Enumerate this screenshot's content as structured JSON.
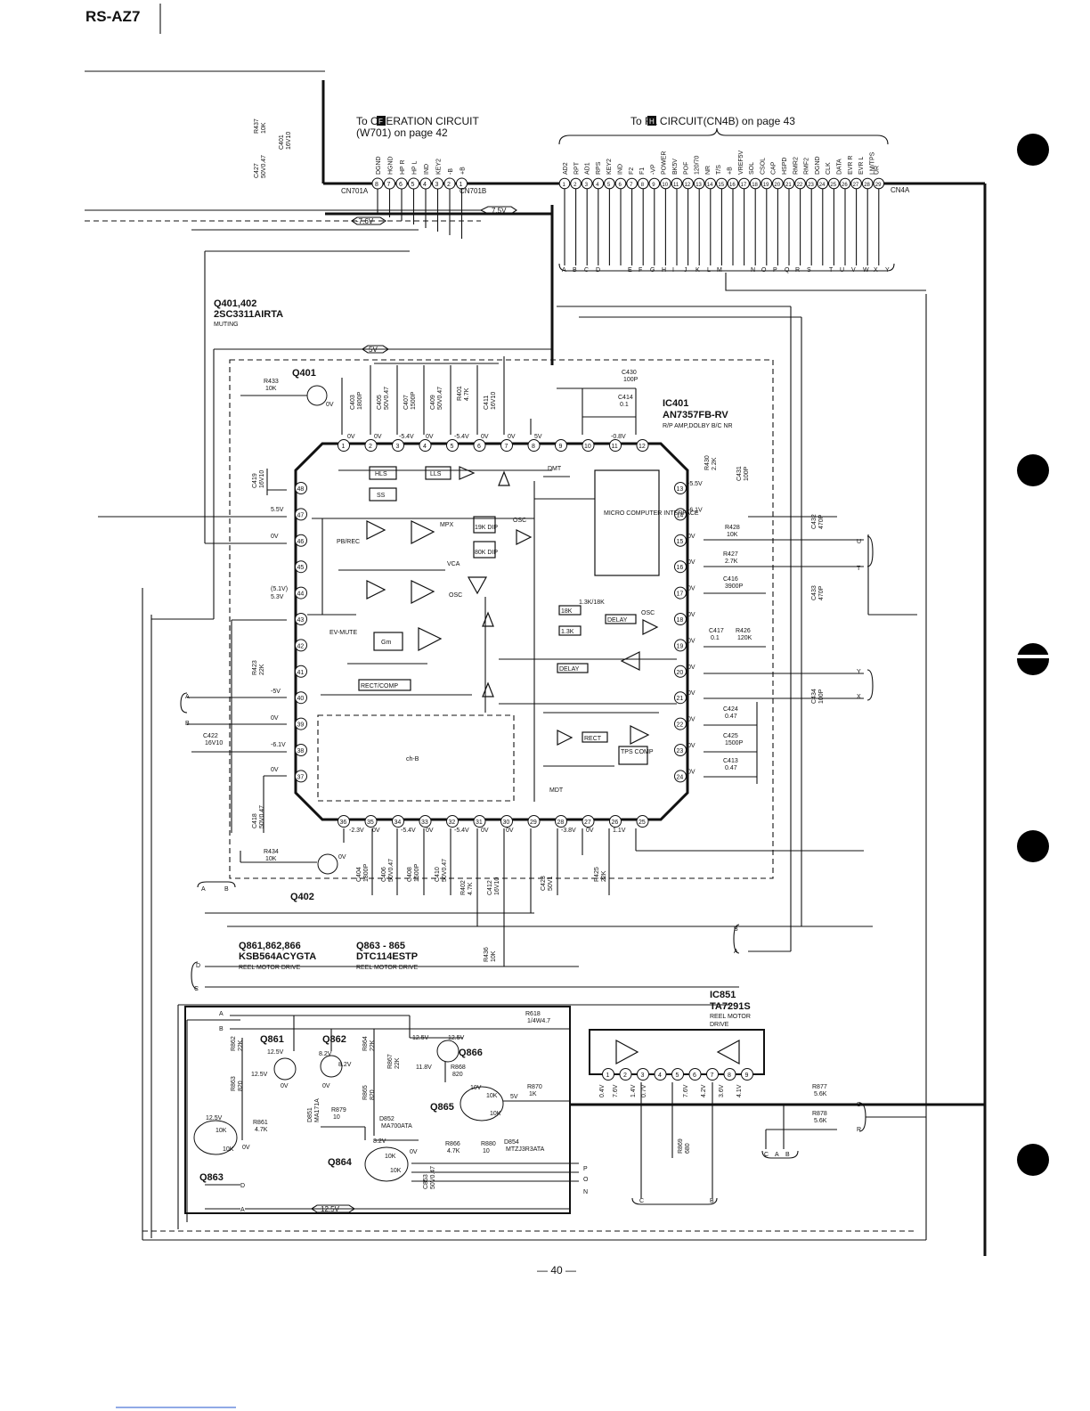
{
  "page": {
    "model": "RS-AZ7",
    "page_number": "— 40 —"
  },
  "headers": {
    "operation_title": "To  OPERATION CIRCUIT",
    "operation_letter": "F",
    "operation_ref": "(W701) on page 42",
    "fl_title": "To  FL CIRCUIT(CN4B) on page 43",
    "fl_letter": "H"
  },
  "connectors": {
    "cn701a": "CN701A",
    "cn701b": "CN701B",
    "cn4a": "CN4A",
    "cn701_pins": [
      "8",
      "7",
      "6",
      "5",
      "4",
      "3",
      "2",
      "1"
    ],
    "cn701_signals": [
      "DGND",
      "HGND",
      "HP R",
      "HP L",
      "IND",
      "KEY2",
      "-B",
      "+B"
    ],
    "cn4a_pins": [
      "1",
      "2",
      "3",
      "4",
      "5",
      "6",
      "7",
      "8",
      "9",
      "10",
      "11",
      "12",
      "13",
      "14",
      "15",
      "16",
      "17",
      "18",
      "19",
      "20",
      "21",
      "22",
      "23",
      "24",
      "25",
      "26",
      "27",
      "28",
      "29"
    ],
    "cn4a_signals": [
      "AD2",
      "RPT",
      "AD1",
      "RPS",
      "KEY2",
      "IND",
      "F2",
      "F1",
      "-VP",
      "POWER",
      "BK5V",
      "POF",
      "120/70",
      "NR",
      "T/S",
      "+B",
      "VREF5V",
      "SOL",
      "CSOL",
      "CAP",
      "HSPD",
      "RMR2",
      "RMF2",
      "DGND",
      "CLK",
      "DATA",
      "EVR R",
      "EVR L",
      "LM/TPS",
      "UR"
    ],
    "bus_letters": [
      "A",
      "B",
      "C",
      "D",
      "E",
      "F",
      "G",
      "H",
      "I",
      "J",
      "K",
      "L",
      "M",
      "N",
      "O",
      "P",
      "Q",
      "R",
      "S",
      "T",
      "U",
      "V",
      "W",
      "X",
      "Y"
    ]
  },
  "voltages": {
    "v75": "7.5V",
    "v76": "-7.6V",
    "v5": "5V",
    "v125": "12.5V"
  },
  "transistor_groups": [
    {
      "refs": "Q401,402",
      "part": "2SC3311AIRTA",
      "function": "MUTING"
    },
    {
      "refs": "Q861,862,866",
      "part": "KSB564ACYGTA",
      "function": "REEL MOTOR DRIVE"
    },
    {
      "refs": "Q863 - 865",
      "part": "DTC114ESTP",
      "function": "REEL MOTOR DRIVE"
    }
  ],
  "ic401": {
    "ref": "IC401",
    "part": "AN7357FB-RV",
    "function": "R/P AMP,DOLBY B/C NR",
    "pins_top": [
      "1",
      "2",
      "3",
      "4",
      "5",
      "6",
      "7",
      "8",
      "9",
      "10",
      "11",
      "12"
    ],
    "pins_right": [
      "13",
      "14",
      "15",
      "16",
      "17",
      "18",
      "19",
      "20",
      "21",
      "22",
      "23",
      "24"
    ],
    "pins_bottom": [
      "36",
      "35",
      "34",
      "33",
      "32",
      "31",
      "30",
      "29",
      "28",
      "27",
      "26",
      "25"
    ],
    "pins_left": [
      "48",
      "47",
      "46",
      "45",
      "44",
      "43",
      "42",
      "41",
      "40",
      "39",
      "38",
      "37"
    ],
    "top_voltages": [
      "0V",
      "0V",
      "-5.4V",
      "0V",
      "-5.4V",
      "0V",
      "0V",
      "5V",
      "-0.8V"
    ],
    "right_voltages": [
      "-5.5V",
      "-6.1V",
      "0V",
      "0V",
      "0V",
      "0V",
      "0V",
      "0V",
      "0V",
      "0V",
      "0V",
      "0V"
    ],
    "left_voltages": [
      "5.5V",
      "0V",
      "(5.1V)",
      "5.3V",
      "-5V",
      "0V",
      "-6.1V",
      "0V"
    ],
    "bottom_voltages": [
      "-2.3V",
      "0V",
      "-5.4V",
      "0V",
      "-5.4V",
      "0V",
      "0V",
      "-3.8V",
      "0V",
      "1.1V"
    ],
    "blocks": {
      "hls": "HLS",
      "lls": "LLS",
      "ss": "SS",
      "dmt": "DMT",
      "pb_rec": "PB/REC",
      "mpx": "MPX",
      "dip19": "19K DIP",
      "dip80": "80K DIP",
      "osc": "OSC",
      "vca": "VCA",
      "gm": "Gm",
      "ev_mute": "EV-MUTE",
      "rect_comp": "RECT/COMP",
      "micro": "MICRO COMPUTER INTERFACE",
      "k18": "18K",
      "k13": "1.3K",
      "k1318": "1.3K/18K",
      "delay": "DELAY",
      "rect": "RECT",
      "tps_comp": "TPS COMP",
      "mdt": "MDT",
      "chb": "ch-B"
    }
  },
  "ic851": {
    "ref": "IC851",
    "part": "TA7291S",
    "function": "REEL MOTOR DRIVE",
    "pins": [
      "1",
      "2",
      "3",
      "4",
      "5",
      "6",
      "7",
      "8",
      "9"
    ],
    "voltages": [
      "0.4V",
      "7.6V",
      "1.4V",
      "0.7V",
      "7.6V",
      "4.2V",
      "3.6V",
      "4.1V"
    ]
  },
  "components": [
    {
      "ref": "R437",
      "value": "10K"
    },
    {
      "ref": "C401",
      "value": "16V10"
    },
    {
      "ref": "C427",
      "value": "50V0.47"
    },
    {
      "ref": "R433",
      "value": "10K"
    },
    {
      "ref": "Q401",
      "value": "0V"
    },
    {
      "ref": "C403",
      "value": "1800P"
    },
    {
      "ref": "C405",
      "value": "50V0.47"
    },
    {
      "ref": "C407",
      "value": "1500P"
    },
    {
      "ref": "C409",
      "value": "50V0.47"
    },
    {
      "ref": "R401",
      "value": "4.7K"
    },
    {
      "ref": "C411",
      "value": "16V10"
    },
    {
      "ref": "C430",
      "value": "100P"
    },
    {
      "ref": "C414",
      "value": "0.1"
    },
    {
      "ref": "R430",
      "value": "2.2K"
    },
    {
      "ref": "C431",
      "value": "100P"
    },
    {
      "ref": "C419",
      "value": "16V10"
    },
    {
      "ref": "C432",
      "value": "470P"
    },
    {
      "ref": "R428",
      "value": "10K"
    },
    {
      "ref": "R427",
      "value": "2.7K"
    },
    {
      "ref": "C416",
      "value": "3900P"
    },
    {
      "ref": "C433",
      "value": "470P"
    },
    {
      "ref": "C417",
      "value": "0.1"
    },
    {
      "ref": "R426",
      "value": "120K"
    },
    {
      "ref": "C434",
      "value": "100P"
    },
    {
      "ref": "C424",
      "value": "0.47"
    },
    {
      "ref": "C425",
      "value": "1500P"
    },
    {
      "ref": "C413",
      "value": "0.47"
    },
    {
      "ref": "R423",
      "value": "22K"
    },
    {
      "ref": "C422",
      "value": "16V10"
    },
    {
      "ref": "C418",
      "value": "50V0.47"
    },
    {
      "ref": "R434",
      "value": "10K"
    },
    {
      "ref": "Q402",
      "value": "0V"
    },
    {
      "ref": "C404",
      "value": "1800P"
    },
    {
      "ref": "C406",
      "value": "50V0.47"
    },
    {
      "ref": "C408",
      "value": "1500P"
    },
    {
      "ref": "C410",
      "value": "50V0.47"
    },
    {
      "ref": "R402",
      "value": "4.7K"
    },
    {
      "ref": "C412",
      "value": "16V10"
    },
    {
      "ref": "C423",
      "value": "50V1"
    },
    {
      "ref": "R425",
      "value": "22K"
    },
    {
      "ref": "R436",
      "value": "10K"
    },
    {
      "ref": "R618",
      "value": "1/4W4.7"
    },
    {
      "ref": "R862",
      "value": "22K"
    },
    {
      "ref": "R863",
      "value": "820"
    },
    {
      "ref": "R864",
      "value": "22K"
    },
    {
      "ref": "R865",
      "value": "820"
    },
    {
      "ref": "R867",
      "value": "22K"
    },
    {
      "ref": "R868",
      "value": "820"
    },
    {
      "ref": "R870",
      "value": "1K"
    },
    {
      "ref": "D851",
      "value": "MA171A"
    },
    {
      "ref": "R879",
      "value": "10"
    },
    {
      "ref": "D852",
      "value": "MA700ATA"
    },
    {
      "ref": "R861",
      "value": "4.7K"
    },
    {
      "ref": "R866",
      "value": "4.7K"
    },
    {
      "ref": "R880",
      "value": "10"
    },
    {
      "ref": "D854",
      "value": "MTZJ3R3ATA"
    },
    {
      "ref": "C853",
      "value": "50V0.47"
    },
    {
      "ref": "R869",
      "value": "680"
    },
    {
      "ref": "R877",
      "value": "5.6K"
    },
    {
      "ref": "R878",
      "value": "5.6K"
    }
  ],
  "reel_labels": {
    "q861": "Q861",
    "q862": "Q862",
    "q863": "Q863",
    "q864": "Q864",
    "q865": "Q865",
    "q866": "Q866",
    "v125": "12.5V",
    "v82": "8.2V",
    "v118": "11.8V",
    "v5": "5V",
    "v0": "0V",
    "v10": "10V",
    "k10": "10K"
  },
  "ports": [
    "P",
    "O",
    "N",
    "S",
    "R",
    "C",
    "A",
    "B",
    "U",
    "T",
    "Y",
    "X"
  ]
}
